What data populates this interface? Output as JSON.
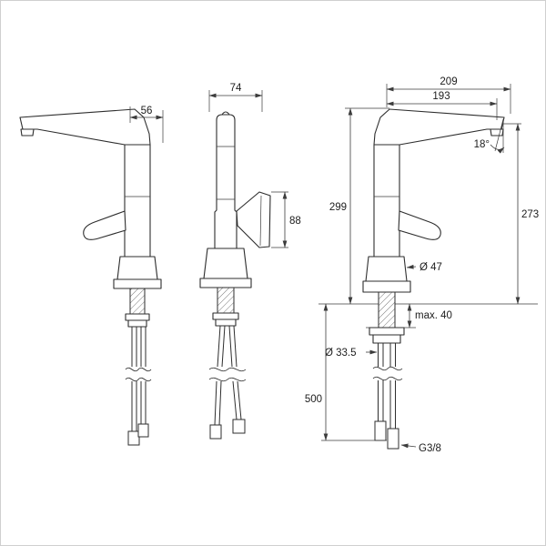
{
  "drawing": {
    "kind": "technical dimensional drawing",
    "subject": "single-lever kitchen faucet, three orthographic views with flexible supply hoses",
    "background": "#ffffff",
    "line_color": "#2d2d2d"
  },
  "labels": {
    "dim56": "56",
    "dim74": "74",
    "dim88": "88",
    "dim209": "209",
    "dim193": "193",
    "angle18": "18°",
    "dim299": "299",
    "dim273": "273",
    "dia47": "Ø 47",
    "max40": "max. 40",
    "dia335": "Ø 33.5",
    "dim500": "500",
    "thread": "G3/8"
  }
}
